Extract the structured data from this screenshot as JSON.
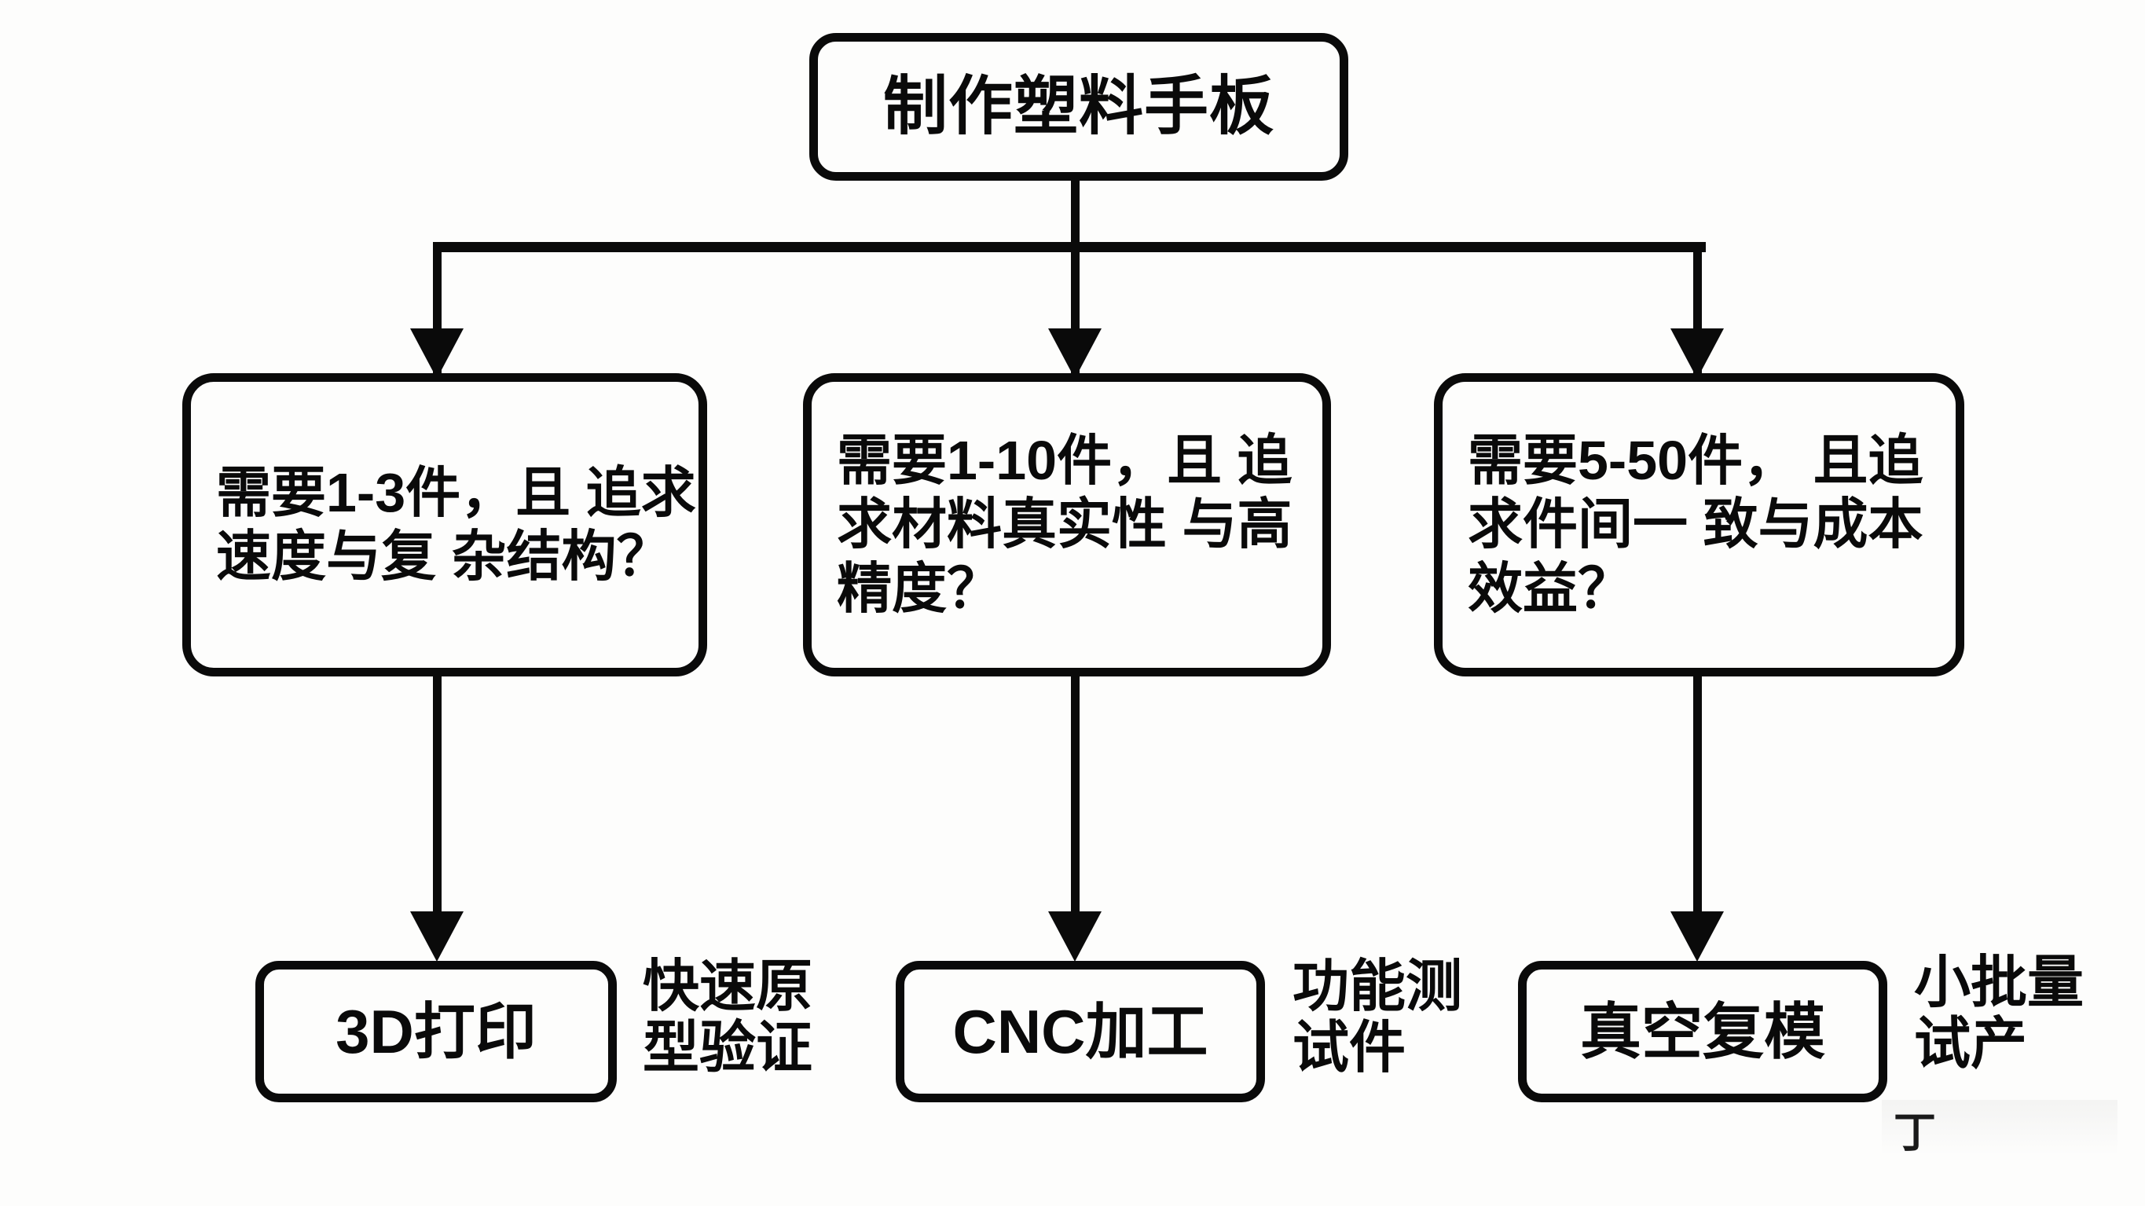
{
  "diagram": {
    "title_node": {
      "label": "制作塑料手板"
    },
    "decisions": [
      {
        "text": "需要1-3件，且\n追求速度与复\n杂结构？"
      },
      {
        "text": "需要1-10件，且\n追求材料真实性\n与高精度？"
      },
      {
        "text": "需要5-50件，\n且追求件间一\n致与成本效益？"
      }
    ],
    "results": [
      {
        "label": "3D打印",
        "side_label": "快速原\n型验证"
      },
      {
        "label": "CNC加工",
        "side_label": "功能测\n试件"
      },
      {
        "label": "真空复模",
        "side_label": "小批量\n试产"
      }
    ],
    "watermark": {
      "text": "丁"
    },
    "colors": {
      "background": "#fdfdfc",
      "stroke": "#0a0a0a",
      "text": "#0a0a0a",
      "node_fill": "#fdfdfc"
    }
  }
}
